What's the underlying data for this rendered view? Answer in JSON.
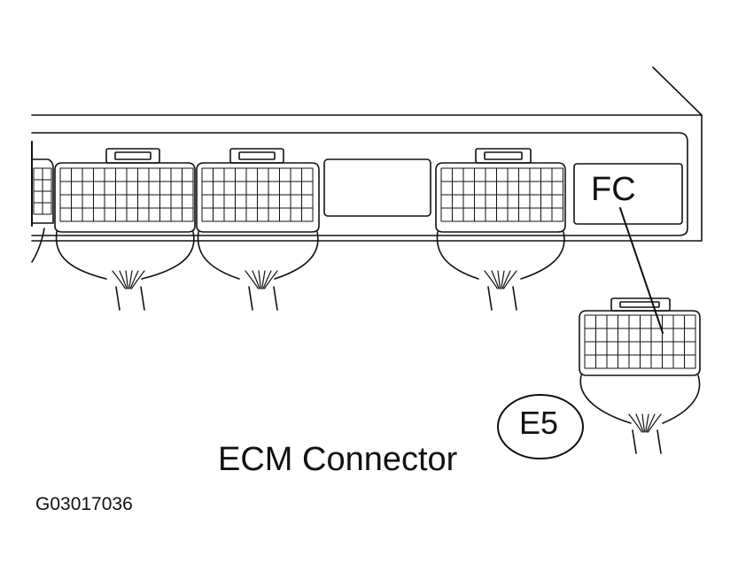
{
  "labels": {
    "terminal": "FC",
    "connector_code": "E5",
    "caption": "ECM Connector",
    "figure_id": "G03017036"
  },
  "colors": {
    "line": "#111111",
    "background": "#ffffff"
  },
  "icons": [
    "ecm-housing",
    "wire-harness-connector",
    "circled-callout"
  ]
}
